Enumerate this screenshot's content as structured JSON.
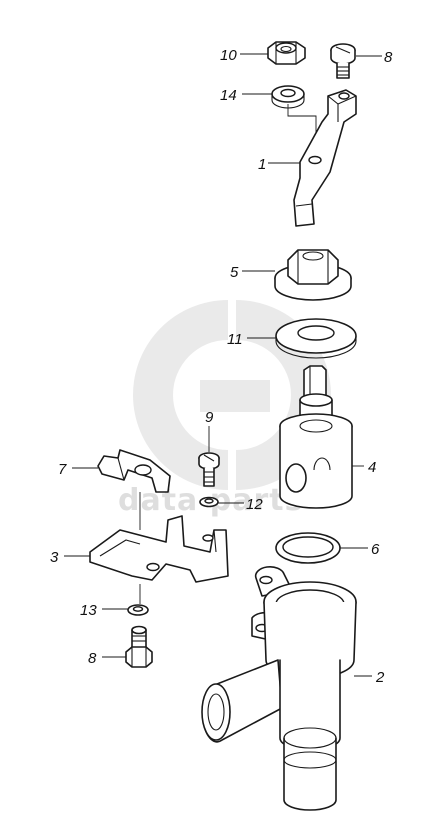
{
  "watermark": {
    "text": "data parts"
  },
  "callouts": [
    {
      "id": "c10",
      "label": "10"
    },
    {
      "id": "c8a",
      "label": "8"
    },
    {
      "id": "c14",
      "label": "14"
    },
    {
      "id": "c1",
      "label": "1"
    },
    {
      "id": "c5",
      "label": "5"
    },
    {
      "id": "c11",
      "label": "11"
    },
    {
      "id": "c9",
      "label": "9"
    },
    {
      "id": "c4",
      "label": "4"
    },
    {
      "id": "c7",
      "label": "7"
    },
    {
      "id": "c12",
      "label": "12"
    },
    {
      "id": "c3",
      "label": "3"
    },
    {
      "id": "c6",
      "label": "6"
    },
    {
      "id": "c13",
      "label": "13"
    },
    {
      "id": "c2",
      "label": "2"
    },
    {
      "id": "c8b",
      "label": "8"
    }
  ]
}
